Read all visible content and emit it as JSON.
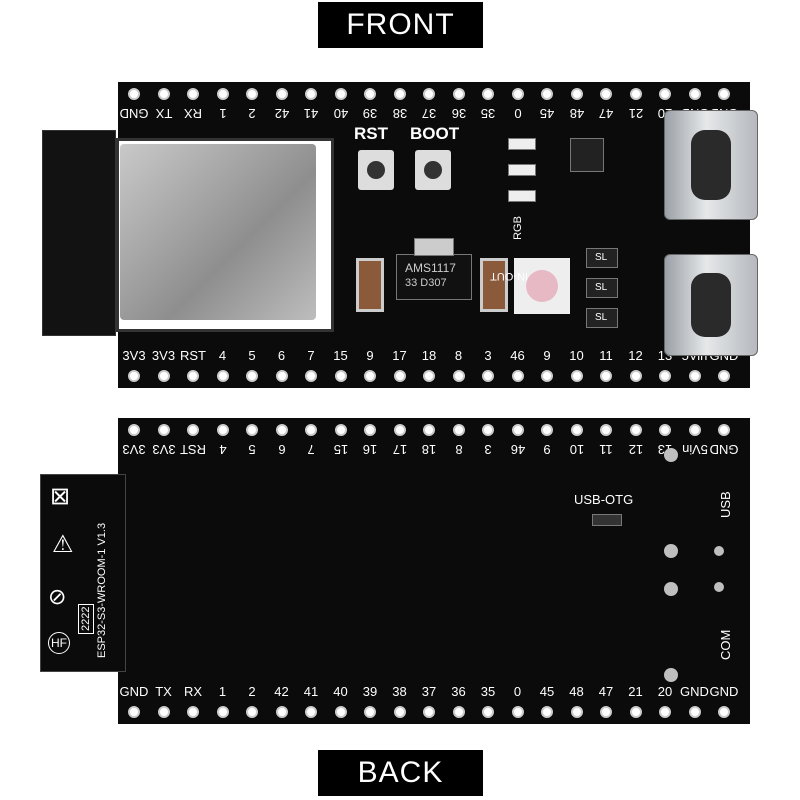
{
  "labels": {
    "front": "FRONT",
    "back": "BACK"
  },
  "front": {
    "top_pins": [
      "GND",
      "TX",
      "RX",
      "1",
      "2",
      "42",
      "41",
      "40",
      "39",
      "38",
      "37",
      "36",
      "35",
      "0",
      "45",
      "48",
      "47",
      "21",
      "20",
      "GND",
      "GND"
    ],
    "bottom_pins": [
      "3V3",
      "3V3",
      "RST",
      "4",
      "5",
      "6",
      "7",
      "15",
      "9",
      "17",
      "18",
      "8",
      "3",
      "46",
      "9",
      "10",
      "11",
      "12",
      "13",
      "5Vin",
      "GND"
    ],
    "button_rst": "RST",
    "button_boot": "BOOT",
    "regulator": "AMS1117",
    "regulator_sub": "33 D307",
    "rgb_label": "RGB",
    "in_out_label": "IN-OUT",
    "sl": [
      "SL",
      "SL",
      "SL"
    ]
  },
  "back": {
    "top_pins": [
      "3V3",
      "3V3",
      "RST",
      "4",
      "5",
      "6",
      "7",
      "15",
      "16",
      "17",
      "18",
      "8",
      "3",
      "46",
      "9",
      "10",
      "11",
      "12",
      "13",
      "5Vin",
      "GND"
    ],
    "bottom_pins": [
      "GND",
      "TX",
      "RX",
      "1",
      "2",
      "42",
      "41",
      "40",
      "39",
      "38",
      "37",
      "36",
      "35",
      "0",
      "45",
      "48",
      "47",
      "21",
      "20",
      "GND",
      "GND"
    ],
    "usb_otg": "USB-OTG",
    "usb": "USB",
    "com": "COM",
    "module_text": "ESP32-S3-WROOM-1 V1.3",
    "cert_code": "2222"
  }
}
